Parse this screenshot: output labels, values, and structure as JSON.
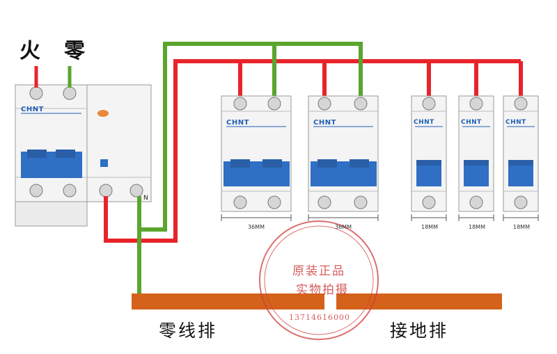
{
  "labels": {
    "live": "火",
    "neutral": "零",
    "neutral_bar": "零线排",
    "ground_bar": "接地排"
  },
  "devices": {
    "brand": "CHNT",
    "neutral_terminal": "N",
    "width_2p": "36MM",
    "width_1p": "18MM"
  },
  "stamp": {
    "line1": "原装正品",
    "line2": "实物拍摄",
    "phone": "13714616000"
  },
  "colors": {
    "live_wire": "#e8242b",
    "neutral_wire": "#5aa52d",
    "breaker_body": "#f4f4f4",
    "toggle": "#2f6fc4",
    "busbar": "#d4621b",
    "stamp": "#d04040"
  }
}
